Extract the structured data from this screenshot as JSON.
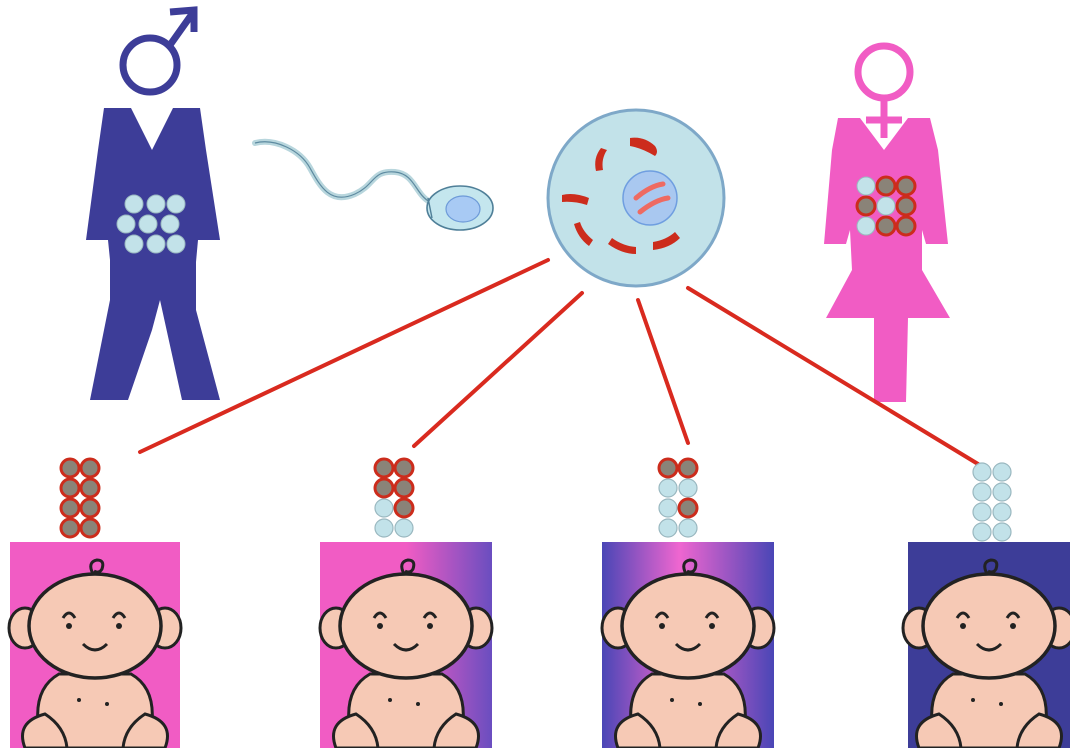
{
  "colors": {
    "male": "#3d3d98",
    "female": "#f15cc4",
    "chromosome_red": "#cc2c1c",
    "cell_light": "#c2e2e9",
    "cell_edge": "#7ea8c8",
    "nucleus": "#a9c8f0",
    "nucleus_edge": "#6f9ee0",
    "skin": "#f6c9b5",
    "line": "#d92a1f",
    "dark_dot": "#8a8378"
  },
  "icons": {
    "male_symbol": "mars-icon",
    "female_symbol": "venus-icon",
    "sperm": "sperm-cell-icon",
    "egg": "egg-cell-icon",
    "baby": "baby-icon"
  },
  "offspring": [
    {
      "background": "female-solid",
      "dark_pattern": [
        1,
        1,
        1,
        1,
        1,
        1,
        1,
        1
      ]
    },
    {
      "background": "female-to-male-gradient",
      "dark_pattern": [
        1,
        1,
        1,
        1,
        0,
        1,
        0,
        0
      ]
    },
    {
      "background": "male-to-female-gradient",
      "dark_pattern": [
        1,
        1,
        0,
        0,
        0,
        1,
        0,
        0
      ]
    },
    {
      "background": "male-solid",
      "dark_pattern": [
        0,
        0,
        0,
        0,
        0,
        0,
        0,
        0
      ]
    }
  ]
}
